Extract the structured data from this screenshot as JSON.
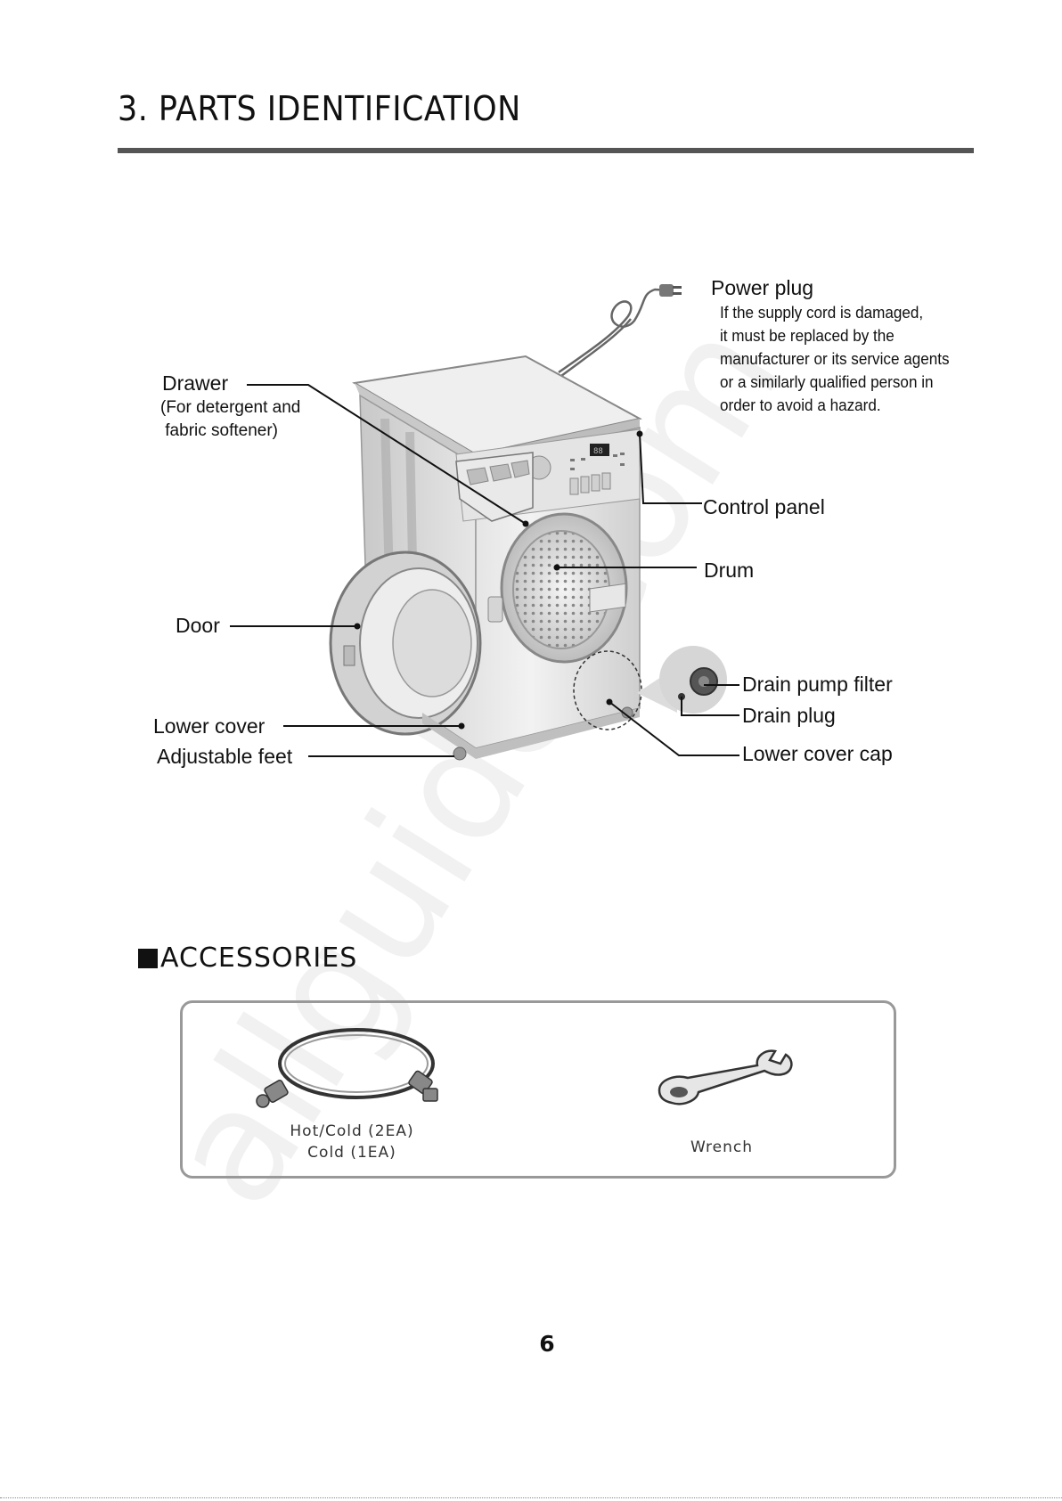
{
  "header": {
    "title": "3. PARTS IDENTIFICATION"
  },
  "watermark": "allguide.com",
  "parts": {
    "power_plug": "Power plug",
    "power_plug_note": [
      "If the supply cord is damaged,",
      "it must be replaced by the",
      "manufacturer or its service agents",
      "or a similarly qualified person in",
      "order to avoid a hazard."
    ],
    "drawer": "Drawer",
    "drawer_note": [
      "(For detergent and",
      " fabric softener)"
    ],
    "control_panel": "Control panel",
    "drum": "Drum",
    "door": "Door",
    "drain_pump_filter": "Drain pump filter",
    "drain_plug": "Drain plug",
    "lower_cover": "Lower cover",
    "adjustable_feet": "Adjustable feet",
    "lower_cover_cap": "Lower cover cap"
  },
  "accessories": {
    "heading": "ACCESSORIES",
    "hose_caption": [
      "Hot/Cold (2EA)",
      "Cold (1EA)"
    ],
    "wrench_caption": "Wrench"
  },
  "icons": {
    "heading_bullet": "square-icon",
    "hose": "inlet-hose-icon",
    "wrench": "wrench-icon"
  },
  "footer": {
    "page_number": "6"
  }
}
